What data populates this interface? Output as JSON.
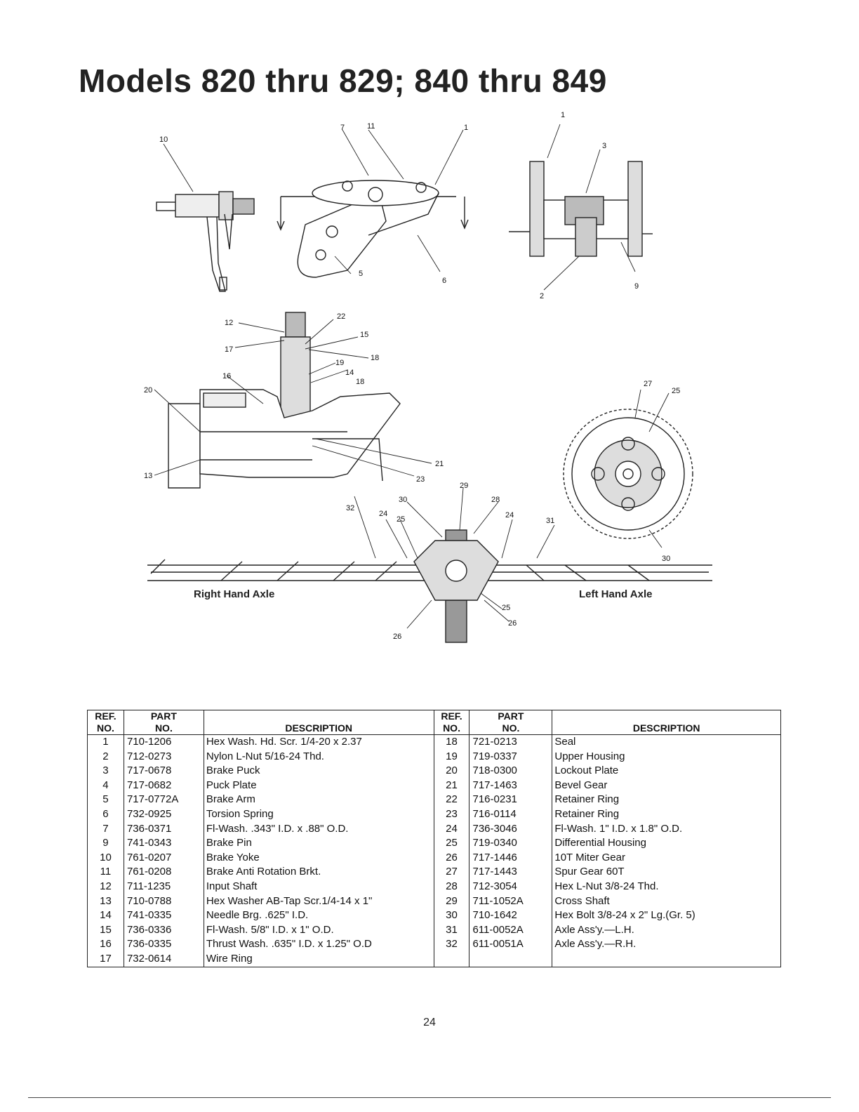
{
  "page": {
    "title": "Models 820 thru 829; 840 thru 849",
    "page_number": "24"
  },
  "diagram": {
    "right_axle_label": "Right Hand Axle",
    "left_axle_label": "Left Hand Axle",
    "callouts": [
      "10",
      "7",
      "11",
      "1",
      "1",
      "3",
      "5",
      "6",
      "2",
      "9",
      "12",
      "22",
      "15",
      "17",
      "18",
      "19",
      "14",
      "16",
      "18",
      "20",
      "27",
      "25",
      "13",
      "21",
      "23",
      "29",
      "28",
      "30",
      "32",
      "24",
      "25",
      "24",
      "31",
      "30",
      "25",
      "26",
      "26"
    ]
  },
  "table": {
    "headers": {
      "ref_top": "REF.",
      "ref_bottom": "NO.",
      "part_top": "PART",
      "part_bottom": "NO.",
      "description": "DESCRIPTION"
    },
    "left": [
      {
        "ref": "1",
        "part": "710-1206",
        "desc": "Hex Wash. Hd. Scr. 1/4-20 x 2.37"
      },
      {
        "ref": "2",
        "part": "712-0273",
        "desc": "Nylon L-Nut 5/16-24 Thd."
      },
      {
        "ref": "3",
        "part": "717-0678",
        "desc": "Brake Puck"
      },
      {
        "ref": "4",
        "part": "717-0682",
        "desc": "Puck Plate"
      },
      {
        "ref": "5",
        "part": "717-0772A",
        "desc": "Brake Arm"
      },
      {
        "ref": "6",
        "part": "732-0925",
        "desc": "Torsion Spring"
      },
      {
        "ref": "7",
        "part": "736-0371",
        "desc": "Fl-Wash. .343\" I.D. x .88\" O.D."
      },
      {
        "ref": "9",
        "part": "741-0343",
        "desc": "Brake Pin"
      },
      {
        "ref": "10",
        "part": "761-0207",
        "desc": "Brake Yoke"
      },
      {
        "ref": "11",
        "part": "761-0208",
        "desc": "Brake Anti Rotation Brkt."
      },
      {
        "ref": "12",
        "part": "711-1235",
        "desc": "Input Shaft"
      },
      {
        "ref": "13",
        "part": "710-0788",
        "desc": "Hex Washer AB-Tap Scr.1/4-14 x 1\""
      },
      {
        "ref": "14",
        "part": "741-0335",
        "desc": "Needle Brg. .625\" I.D."
      },
      {
        "ref": "15",
        "part": "736-0336",
        "desc": "Fl-Wash. 5/8\" I.D. x 1\" O.D."
      },
      {
        "ref": "16",
        "part": "736-0335",
        "desc": "Thrust Wash. .635\" I.D. x 1.25\"  O.D"
      },
      {
        "ref": "17",
        "part": "732-0614",
        "desc": "Wire Ring"
      }
    ],
    "right": [
      {
        "ref": "18",
        "part": "721-0213",
        "desc": "Seal"
      },
      {
        "ref": "19",
        "part": "719-0337",
        "desc": "Upper Housing"
      },
      {
        "ref": "20",
        "part": "718-0300",
        "desc": "Lockout Plate"
      },
      {
        "ref": "21",
        "part": "717-1463",
        "desc": "Bevel Gear"
      },
      {
        "ref": "22",
        "part": "716-0231",
        "desc": "Retainer Ring"
      },
      {
        "ref": "23",
        "part": "716-0114",
        "desc": "Retainer Ring"
      },
      {
        "ref": "24",
        "part": "736-3046",
        "desc": "Fl-Wash. 1\" I.D. x 1.8\" O.D."
      },
      {
        "ref": "25",
        "part": "719-0340",
        "desc": "Differential Housing"
      },
      {
        "ref": "26",
        "part": "717-1446",
        "desc": "10T Miter Gear"
      },
      {
        "ref": "27",
        "part": "717-1443",
        "desc": "Spur Gear 60T"
      },
      {
        "ref": "28",
        "part": "712-3054",
        "desc": "Hex L-Nut 3/8-24 Thd."
      },
      {
        "ref": "29",
        "part": "711-1052A",
        "desc": "Cross Shaft"
      },
      {
        "ref": "30",
        "part": "710-1642",
        "desc": "Hex Bolt 3/8-24 x 2\" Lg.(Gr. 5)"
      },
      {
        "ref": "31",
        "part": "611-0052A",
        "desc": "Axle Ass'y.—L.H."
      },
      {
        "ref": "32",
        "part": "611-0051A",
        "desc": "Axle Ass'y.—R.H."
      },
      {
        "ref": "",
        "part": "",
        "desc": ""
      }
    ]
  }
}
